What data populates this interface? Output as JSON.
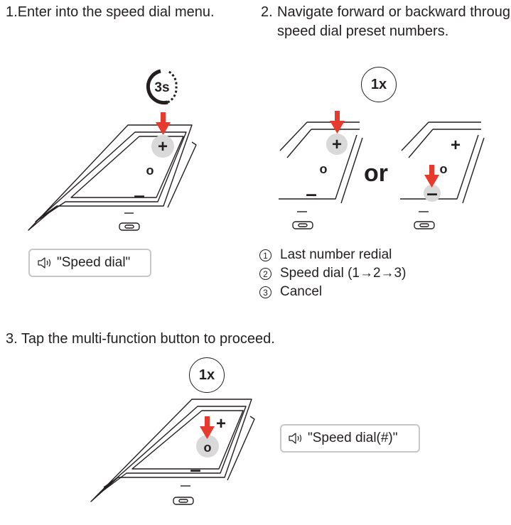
{
  "steps": [
    {
      "number": "1.",
      "text": "Enter into the speed dial menu."
    },
    {
      "number": "2.",
      "text": "Navigate forward or backward through speed dial preset numbers."
    },
    {
      "number": "3.",
      "text": "Tap the multi-function button to proceed."
    }
  ],
  "timer_badge": "3s",
  "press_badges": [
    "1x",
    "1x"
  ],
  "button_labels": {
    "plus": "+",
    "center": "o",
    "minus": "–"
  },
  "or_label": "or",
  "voice_prompts": [
    "\"Speed dial\"",
    "\"Speed dial(#)\""
  ],
  "options": [
    {
      "marker": "1",
      "label": "Last number redial"
    },
    {
      "marker": "2",
      "label": "Speed dial (1→2→3)"
    },
    {
      "marker": "3",
      "label": "Cancel"
    }
  ],
  "colors": {
    "arrow": "#e63a2e",
    "highlight": "#d9d9d9",
    "line": "#231f20",
    "border": "#c7c7c7"
  },
  "icons": {
    "voice": "speaker-icon",
    "press": "press-arrow-icon"
  }
}
